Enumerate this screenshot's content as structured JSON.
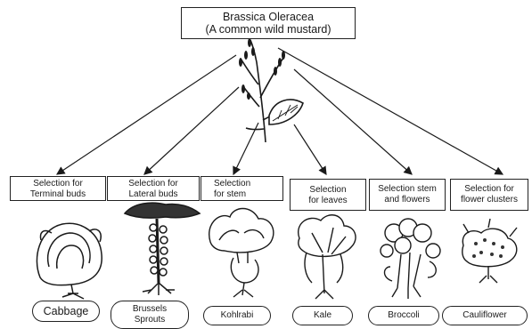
{
  "root": {
    "line1": "Brassica Oleracea",
    "line2": "(A common wild mustard)"
  },
  "selections": [
    {
      "line1": "Selection for",
      "line2": "Terminal buds"
    },
    {
      "line1": "Selection for",
      "line2": "Lateral buds"
    },
    {
      "line1": "Selection",
      "line2": "for stem"
    },
    {
      "line1": "Selection",
      "line2": "for leaves"
    },
    {
      "line1": "Selection stem",
      "line2": "and flowers"
    },
    {
      "line1": "Selection for",
      "line2": "flower clusters"
    }
  ],
  "plants": [
    {
      "line1": "Cabbage",
      "line2": ""
    },
    {
      "line1": "Brussels",
      "line2": "Sprouts"
    },
    {
      "line1": "Kohlrabi",
      "line2": ""
    },
    {
      "line1": "Kale",
      "line2": ""
    },
    {
      "line1": "Broccoli",
      "line2": ""
    },
    {
      "line1": "Cauliflower",
      "line2": ""
    }
  ],
  "colors": {
    "ink": "#1a1a1a",
    "box_border": "#222222",
    "background": "#ffffff"
  },
  "icons": [
    "mustard-plant-icon",
    "cabbage-icon",
    "brussels-sprouts-icon",
    "kohlrabi-icon",
    "kale-icon",
    "broccoli-icon",
    "cauliflower-icon"
  ]
}
